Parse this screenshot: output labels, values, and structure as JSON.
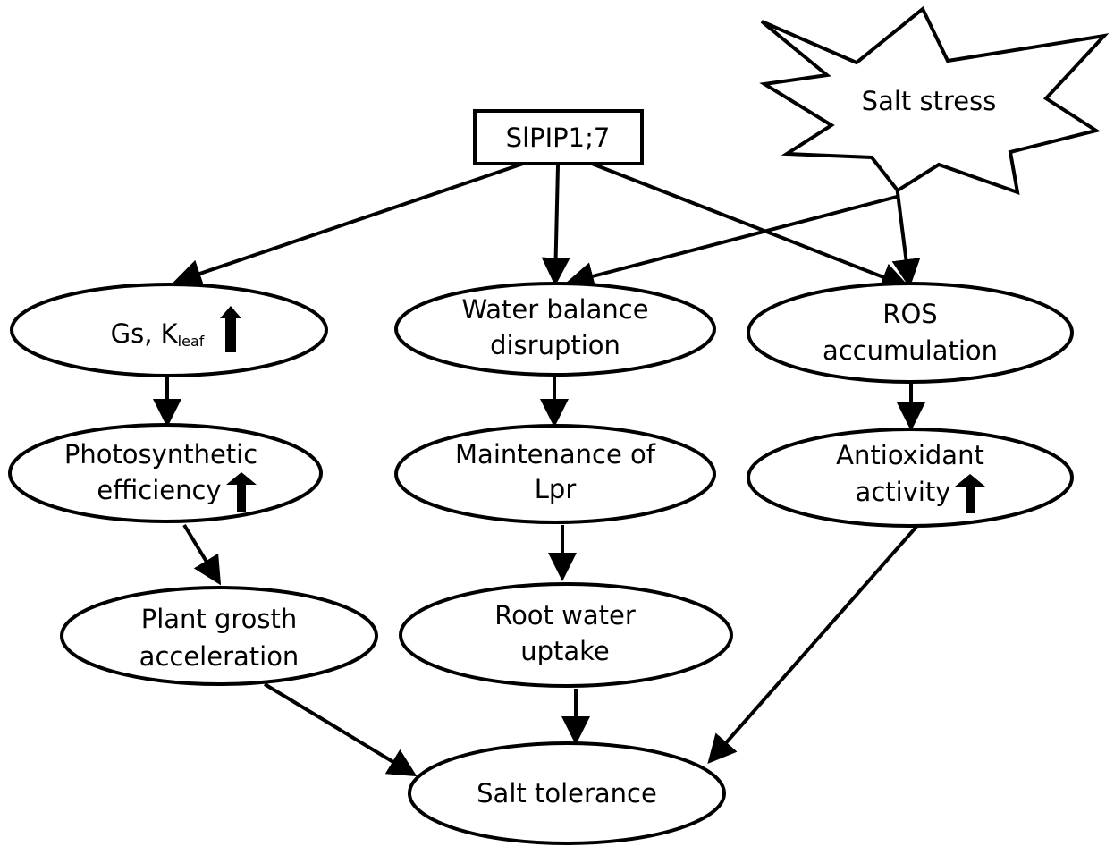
{
  "nodes": {
    "gene": {
      "line1": "SlPIP1;7"
    },
    "stress": {
      "line1": "Salt stress"
    },
    "gs": {
      "prefix": "Gs, K",
      "subscript": "leaf",
      "arrow": "up-arrow-icon"
    },
    "water": {
      "line1": "Water balance",
      "line2": "disruption"
    },
    "ros": {
      "line1": "ROS",
      "line2": "accumulation"
    },
    "photo": {
      "line1": "Photosynthetic",
      "line2": "efficiency",
      "arrow": "up-arrow-icon"
    },
    "lpr": {
      "line1": "Maintenance of",
      "line2": "Lpr"
    },
    "antiox": {
      "line1": "Antioxidant",
      "line2": "activity",
      "arrow": "up-arrow-icon"
    },
    "growth": {
      "line1": "Plant grosth",
      "line2": "acceleration"
    },
    "uptake": {
      "line1": "Root water",
      "line2": "uptake"
    },
    "tolerance": {
      "line1": "Salt tolerance"
    }
  },
  "edges": [
    {
      "from": "SlPIP1;7",
      "to": "Gs, Kleaf"
    },
    {
      "from": "SlPIP1;7",
      "to": "Water balance disruption"
    },
    {
      "from": "SlPIP1;7",
      "to": "ROS accumulation"
    },
    {
      "from": "Salt stress",
      "to": "Water balance disruption"
    },
    {
      "from": "Salt stress",
      "to": "ROS accumulation"
    },
    {
      "from": "Gs, Kleaf",
      "to": "Photosynthetic efficiency"
    },
    {
      "from": "Water balance disruption",
      "to": "Maintenance of Lpr"
    },
    {
      "from": "ROS accumulation",
      "to": "Antioxidant activity"
    },
    {
      "from": "Photosynthetic efficiency",
      "to": "Plant grosth acceleration"
    },
    {
      "from": "Maintenance of Lpr",
      "to": "Root water uptake"
    },
    {
      "from": "Antioxidant activity",
      "to": "Salt tolerance"
    },
    {
      "from": "Plant grosth acceleration",
      "to": "Salt tolerance"
    },
    {
      "from": "Root water uptake",
      "to": "Salt tolerance"
    }
  ]
}
